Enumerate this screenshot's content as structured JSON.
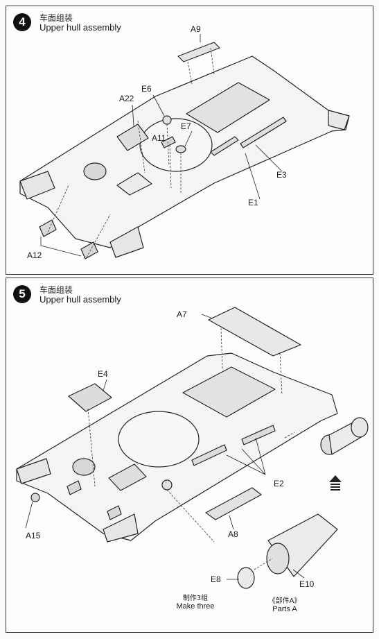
{
  "steps": [
    {
      "number": "4",
      "title_cn": "车面组装",
      "title_en": "Upper hull assembly",
      "parts": {
        "a9": "A9",
        "a22": "A22",
        "e6": "E6",
        "a11": "A11",
        "e7": "E7",
        "e3": "E3",
        "e1": "E1",
        "a12": "A12"
      }
    },
    {
      "number": "5",
      "title_cn": "车面组装",
      "title_en": "Upper hull assembly",
      "parts": {
        "a7": "A7",
        "e4": "E4",
        "e2": "E2",
        "a15": "A15",
        "a8": "A8",
        "e8": "E8",
        "e10": "E10"
      },
      "make_three_cn": "制作3组",
      "make_three_en": "Make three",
      "parts_a_cn": "《部件A》",
      "parts_a_en": "Parts A"
    }
  ],
  "icons": {
    "up_arrow": "direction-arrow-icon"
  }
}
